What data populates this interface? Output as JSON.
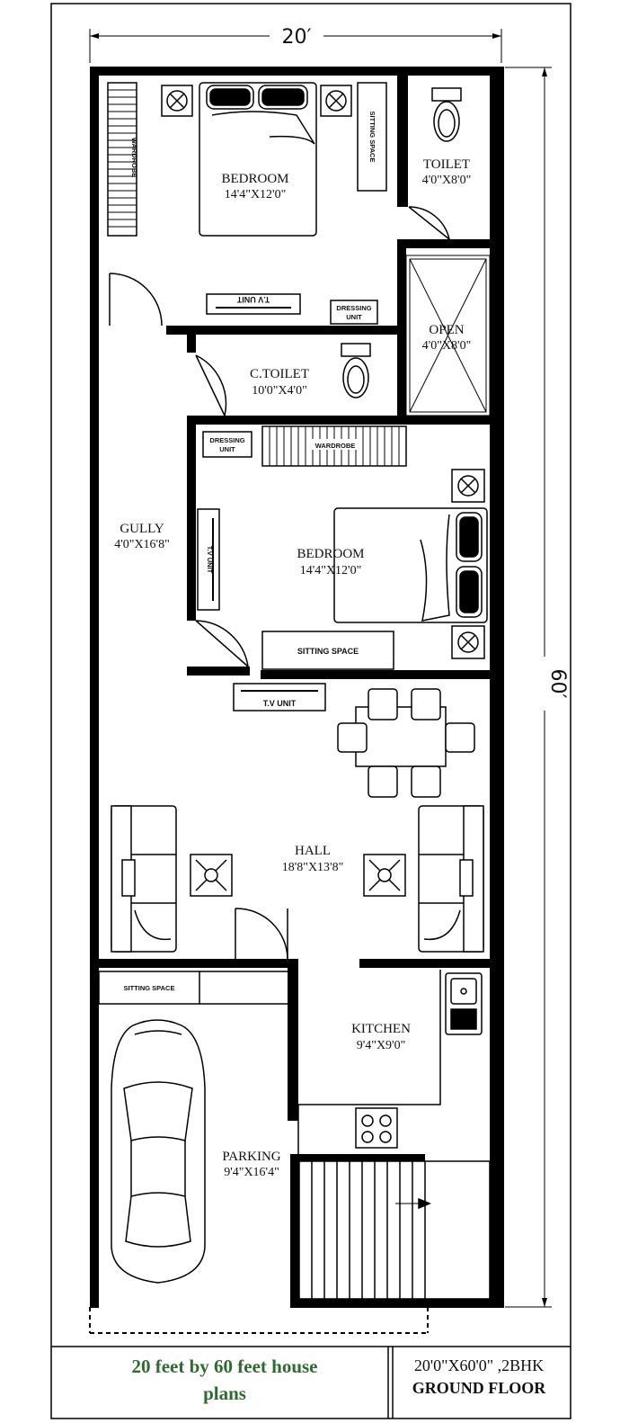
{
  "dimensions": {
    "width_label": "20′",
    "depth_label": "60′"
  },
  "rooms": {
    "bedroom1": {
      "name": "BEDROOM",
      "size": "14'4\"X12'0\""
    },
    "toilet": {
      "name": "TOILET",
      "size": "4'0\"X8'0\""
    },
    "open": {
      "name": "OPEN",
      "size": "4'0\"X8'0\""
    },
    "ctoilet": {
      "name": "C.TOILET",
      "size": "10'0\"X4'0\""
    },
    "gully": {
      "name": "GULLY",
      "size": "4'0\"X16'8\""
    },
    "bedroom2": {
      "name": "BEDROOM",
      "size": "14'4\"X12'0\""
    },
    "hall": {
      "name": "HALL",
      "size": "18'8\"X13'8\""
    },
    "kitchen": {
      "name": "KITCHEN",
      "size": "9'4\"X9'0\""
    },
    "parking": {
      "name": "PARKING",
      "size": "9'4\"X16'4\""
    }
  },
  "fixtures": {
    "wardrobe1": "WARDROBE",
    "sitting1": "SITTING SPACE",
    "tv1": "T.V UNIT",
    "dressing1": [
      "DRESSING",
      "UNIT"
    ],
    "dressing2": [
      "DRESSING",
      "UNIT"
    ],
    "wardrobe2": "WARDROBE",
    "tv2": "T.V UNIT",
    "sitting2": "SITTING SPACE",
    "tv3": "T.V UNIT",
    "sitting3": "SITTING SPACE"
  },
  "footer": {
    "title_line1": "20 feet by 60 feet house",
    "title_line2": "plans",
    "spec_line1": "20'0\"X60'0\" ,2BHK",
    "spec_line2": "GROUND FLOOR"
  },
  "colors": {
    "wall": "#000000",
    "footer_title": "#2f6b2f"
  }
}
